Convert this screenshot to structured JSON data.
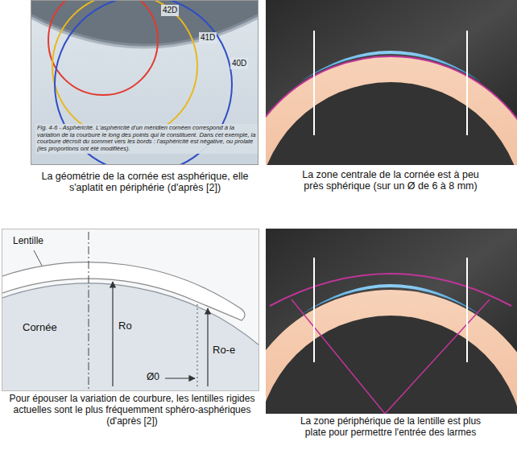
{
  "diagram": {
    "labels": [
      "42D",
      "41D",
      "40D",
      "Fig. 4-6 - Asphéricité. L'asphéricité d'un méridien cornéen correspond à la variation de la courbure le long des points qui le constituent. Dans cet exemple, la courbure décroît du sommet vers les bords : l'asphéricité est négative, ou prolate (les proportions ont été modifiées).",
      "La géométrie de la cornée est asphérique, elle s'aplatit en périphérie (d'après [2])",
      "La zone centrale de la cornée est à peu près sphérique (sur un Ø de 6 à 8 mm)",
      "Lentille",
      "Cornée",
      "Ro",
      "Ro-e",
      "Ø0",
      "Pour épouser la variation de courbure, les lentilles rigides actuelles sont le plus fréquemment sphéro-asphériques (d'après [2])",
      "La zone périphérique de la lentille est plus plate pour permettre l'entrée des larmes"
    ]
  }
}
